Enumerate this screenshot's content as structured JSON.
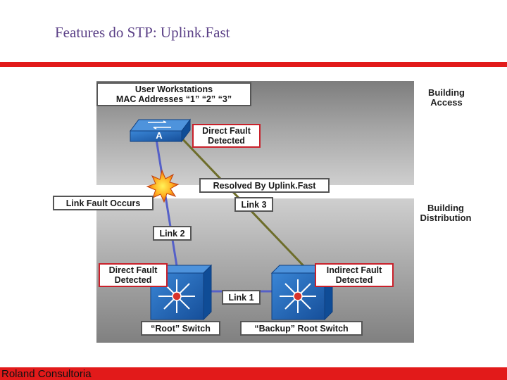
{
  "slide": {
    "title": "Features do STP: Uplink.Fast",
    "footer": "Roland Consultoria"
  },
  "zones": {
    "access": {
      "line1": "Building",
      "line2": "Access"
    },
    "distribution": {
      "line1": "Building",
      "line2": "Distribution"
    }
  },
  "labels": {
    "workstations_line1": "User Workstations",
    "workstations_line2": "MAC Addresses “1” “2” “3”",
    "switch_a": "A",
    "direct_fault_top_line1": "Direct Fault",
    "direct_fault_top_line2": "Detected",
    "resolved": "Resolved By Uplink.Fast",
    "link_fault": "Link Fault Occurs",
    "link3": "Link 3",
    "link2": "Link 2",
    "link1": "Link 1",
    "direct_fault_left_line1": "Direct Fault",
    "direct_fault_left_line2": "Detected",
    "indirect_fault_line1": "Indirect Fault",
    "indirect_fault_line2": "Detected",
    "root_switch": "“Root” Switch",
    "backup_switch": "“Backup” Root Switch"
  },
  "colors": {
    "accent_red": "#e21a1a",
    "title_purple": "#5a3f86",
    "link_blue": "#5560c8",
    "link_olive": "#6d6d2a",
    "switch_blue": "#1f63b8"
  }
}
